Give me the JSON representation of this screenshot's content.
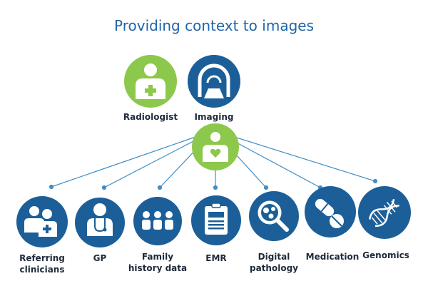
{
  "title": "Providing context to images",
  "colors": {
    "blue": "#1c5f98",
    "green": "#8cc84b",
    "line": "#3f8ec7",
    "text": "#1e2a3a"
  },
  "top_nodes": [
    {
      "label": "Radiologist",
      "icon": "doctor-cross-icon",
      "color": "green"
    },
    {
      "label": "Imaging",
      "icon": "scanner-icon",
      "color": "blue"
    }
  ],
  "center_node": {
    "icon": "patient-heart-icon",
    "color": "green"
  },
  "bottom_nodes": [
    {
      "label": "Referring clinicians",
      "line1": "Referring",
      "line2": "clinicians",
      "icon": "clinicians-icon"
    },
    {
      "label": "GP",
      "line1": "GP",
      "line2": "",
      "icon": "stethoscope-doctor-icon"
    },
    {
      "label": "Family history data",
      "line1": "Family",
      "line2": "history data",
      "icon": "family-icon"
    },
    {
      "label": "EMR",
      "line1": "EMR",
      "line2": "",
      "icon": "clipboard-icon"
    },
    {
      "label": "Digital pathology",
      "line1": "Digital",
      "line2": "pathology",
      "icon": "magnifier-cells-icon"
    },
    {
      "label": "Medication",
      "line1": "Medication",
      "line2": "",
      "icon": "pill-icon"
    },
    {
      "label": "Genomics",
      "line1": "Genomics",
      "line2": "",
      "icon": "dna-icon"
    }
  ]
}
